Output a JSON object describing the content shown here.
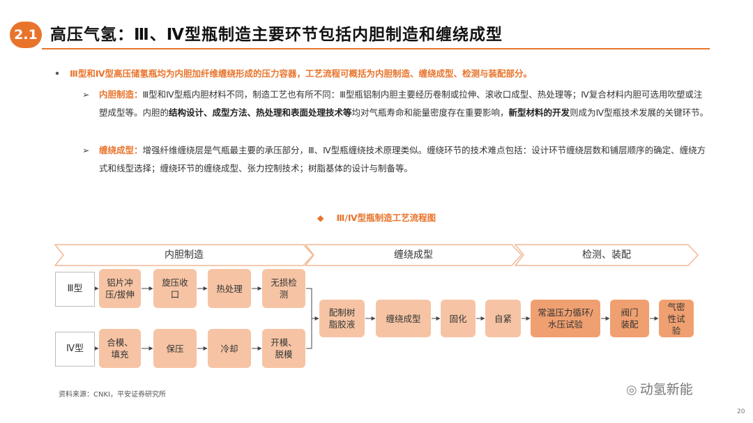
{
  "header": {
    "section": "2.1",
    "title": "高压气氢：Ⅲ、Ⅳ型瓶制造主要环节包括内胆制造和缠绕成型"
  },
  "summary": {
    "bullet": "•",
    "text": "Ⅲ型和Ⅳ型高压储氢瓶均为内胆加纤维缠绕形成的压力容器，工艺流程可概括为内胆制造、缠绕成型、检测与装配部分。"
  },
  "points": [
    {
      "marker": "➢",
      "label": "内胆制造：",
      "t1": "Ⅲ型和Ⅳ型瓶内胆材料不同，制造工艺也有所不同：Ⅲ型瓶铝制内胆主要经历卷制或拉伸、滚收口成型、热处理等；Ⅳ复合材料内胆可选用吹塑或注塑成型等。内胆的",
      "b1": "结构设计、成型方法、热处理和表面处理技术等",
      "t2": "均对气瓶寿命和能量密度存在重要影响，",
      "b2": "新型材料的开发",
      "t3": "则成为Ⅳ型瓶技术发展的关键环节。"
    },
    {
      "marker": "➢",
      "label": "缠绕成型：",
      "t1": "增强纤维缠绕层是气瓶最主要的承压部分，Ⅲ、Ⅳ型瓶缠绕技术原理类似。缠绕环节的技术难点包括：设计环节缠绕层数和铺层顺序的确定、缠绕方式和线型选择；缠绕环节的缠绕成型、张力控制技术；树脂基体的设计与制备等。"
    }
  ],
  "diagram": {
    "marker": "◆",
    "title": "Ⅲ/Ⅳ型瓶制造工艺流程图",
    "stages": [
      "内胆制造",
      "缠绕成型",
      "检测、装配"
    ],
    "types": [
      "Ⅲ型",
      "Ⅳ型"
    ],
    "row3": [
      "铝片冲压/拔伸",
      "旋压收口",
      "热处理",
      "无损检测"
    ],
    "row4": [
      "合模、填充",
      "保压",
      "冷却",
      "开模、脱模"
    ],
    "main": [
      "配制树脂胶液",
      "缠绕成型",
      "固化",
      "自紧",
      "常温压力循环/水压试验",
      "阀门装配",
      "气密性试验"
    ]
  },
  "footer": {
    "source": "资料来源：CNKI，平安证券研究所",
    "watermark_icon": "wechat-icon",
    "watermark": "动氢新能",
    "page": "20"
  },
  "colors": {
    "accent": "#e8742c",
    "box_light": "#f6c4a4",
    "box_dark": "#f0a070"
  }
}
